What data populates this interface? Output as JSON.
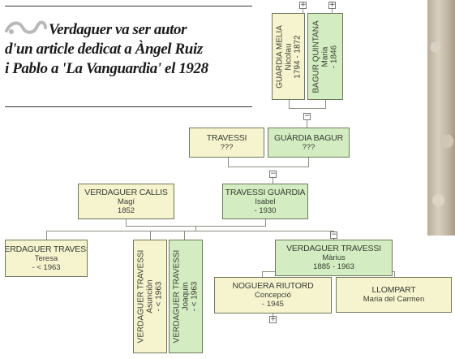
{
  "quote": {
    "icon": "scroll-flourish-icon",
    "lines": [
      "Verdaguer va ser autor",
      "d'un article dedicat a Àngel Ruiz",
      "i Pablo a 'La Vanguardia' el 1928"
    ]
  },
  "colors": {
    "female": "#d3ecc1",
    "male": "#f6f3cf",
    "border": "#6d7a5c"
  },
  "tree": {
    "guardia_melia": {
      "name": "GUARDIA MELIA",
      "given": "Nicolau",
      "years": "1794 - 1872"
    },
    "bagur_quintana": {
      "name": "BAGUR QUINTANA",
      "given": "Maria",
      "years": "- 1846"
    },
    "travessi_father": {
      "name": "TRAVESSI",
      "given": "???"
    },
    "guardia_bagur": {
      "name": "GUÀRDIA BAGUR",
      "given": "???"
    },
    "verdaguer_callis": {
      "name": "VERDAGUER CALLIS",
      "given": "Magí",
      "years": "1852"
    },
    "travessi_guardia": {
      "name": "TRAVESSI GUÀRDIA",
      "given": "Isabel",
      "years": "- 1930"
    },
    "child_teresa": {
      "name": "VERDAGUER TRAVESSI",
      "given": "Teresa",
      "years": "- < 1963"
    },
    "child_asuncion": {
      "name": "VERDAGUER TRAVESSI",
      "given": "Asunción",
      "years": "- < 1963"
    },
    "child_joaquin": {
      "name": "VERDAGUER TRAVESSI",
      "given": "Joaquin",
      "years": "- < 1963"
    },
    "child_marius": {
      "name": "VERDAGUER TRAVESSI",
      "given": "Màrius",
      "years": "1885 - 1963"
    },
    "noguera_riutord": {
      "name": "NOGUERA RIUTORD",
      "given": "Concepció",
      "years": "- 1945"
    },
    "llompart": {
      "name": "LLOMPART",
      "given": "Maria del Carmen"
    }
  }
}
